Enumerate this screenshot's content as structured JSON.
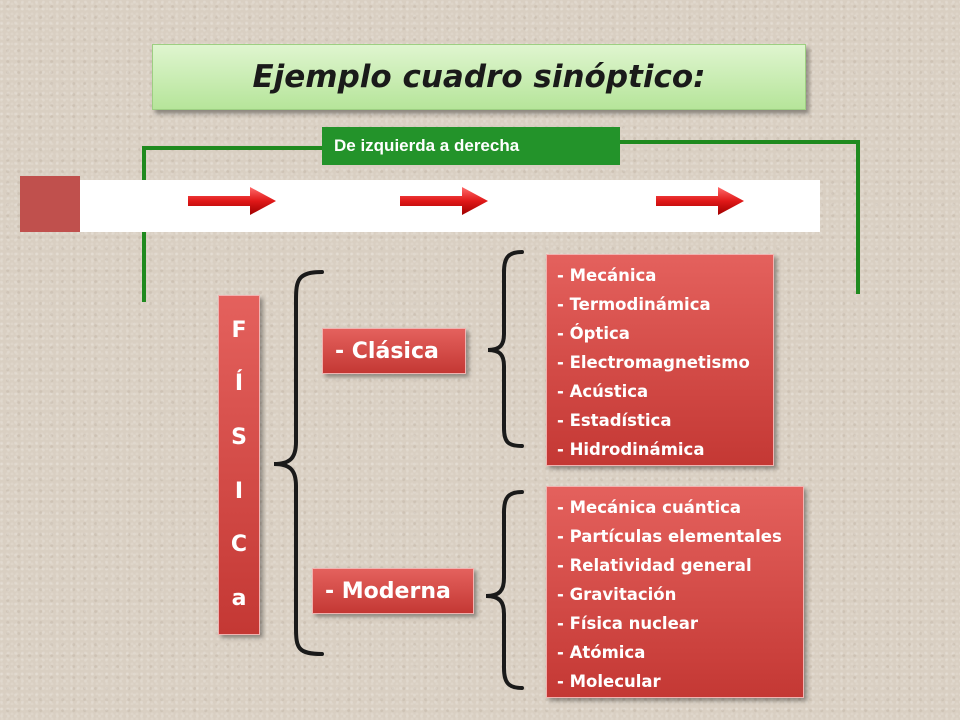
{
  "title": "Ejemplo cuadro sinóptico:",
  "direction_label": "De izquierda a derecha",
  "subject_letters": [
    "F",
    "Í",
    "S",
    "I",
    "C",
    "a"
  ],
  "branches": [
    {
      "label": "- Clásica",
      "items": [
        "- Mecánica",
        "- Termodinámica",
        "- Óptica",
        "- Electromagnetismo",
        "- Acústica",
        "- Estadística",
        "- Hidrodinámica"
      ]
    },
    {
      "label": "- Moderna",
      "items": [
        "- Mecánica cuántica",
        "- Partículas elementales",
        "- Relatividad general",
        "- Gravitación",
        "- Física nuclear",
        "- Atómica",
        "- Molecular"
      ]
    }
  ],
  "colors": {
    "accent_red": "#c0504d",
    "title_green": "#b6e59a",
    "bracket_green": "#1f8a1f",
    "arrow_red": "#e01818"
  },
  "icons": [
    "arrow-right-icon",
    "arrow-right-icon",
    "arrow-right-icon"
  ]
}
